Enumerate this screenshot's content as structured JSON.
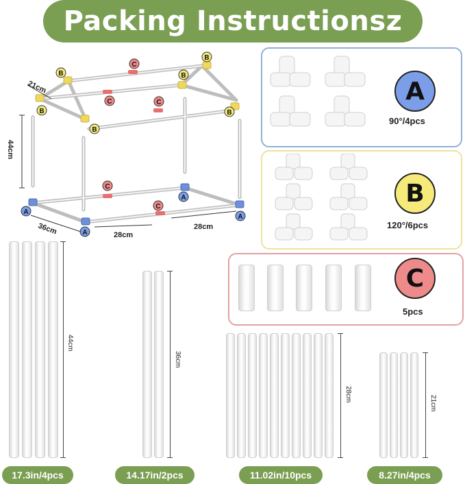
{
  "title": "Packing Instructionsz",
  "colors": {
    "green": "#7a9e52",
    "blue_badge": "#7c9ee8",
    "yellow_badge": "#f5ea7a",
    "red_badge": "#ee8a8a"
  },
  "diagram": {
    "dim_21": "21cm",
    "dim_44": "44cm",
    "dim_36": "36cm",
    "dim_28a": "28cm",
    "dim_28b": "28cm",
    "label_a": "A",
    "label_b": "B",
    "label_c": "C"
  },
  "parts": {
    "a": {
      "letter": "A",
      "caption": "90°/4pcs"
    },
    "b": {
      "letter": "B",
      "caption": "120°/6pcs"
    },
    "c": {
      "letter": "C",
      "caption": "5pcs"
    }
  },
  "tubes": [
    {
      "length_label": "44cm",
      "spec": "17.3in/4pcs",
      "count": 4
    },
    {
      "length_label": "36cm",
      "spec": "14.17in/2pcs",
      "count": 2
    },
    {
      "length_label": "28cm",
      "spec": "11.02in/10pcs",
      "count": 10
    },
    {
      "length_label": "21cm",
      "spec": "8.27in/4pcs",
      "count": 4
    }
  ]
}
